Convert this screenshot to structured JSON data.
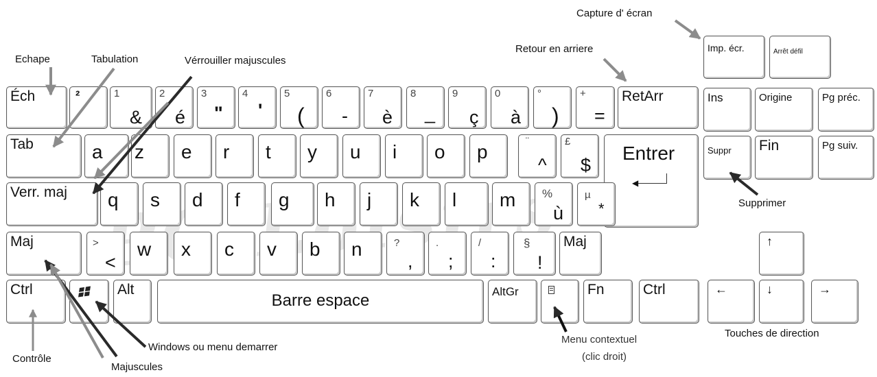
{
  "keys": {
    "ech": "Éch",
    "sq": "²",
    "d1_top": "1",
    "d1_bot": "&",
    "d2_top": "2",
    "d2_bot": "é",
    "d3_top": "3",
    "d3_bot": "\"",
    "d4_top": "4",
    "d4_bot": "'",
    "d5_top": "5",
    "d5_bot": "(",
    "d6_top": "6",
    "d6_bot": "-",
    "d7_top": "7",
    "d7_bot": "è",
    "d8_top": "8",
    "d8_bot": "_",
    "d9_top": "9",
    "d9_bot": "ç",
    "d0_top": "0",
    "d0_bot": "à",
    "deg_top": "°",
    "deg_bot": ")",
    "plus_top": "+",
    "plus_bot": "=",
    "retarr": "RetArr",
    "tab": "Tab",
    "a": "a",
    "z": "z",
    "e": "e",
    "r": "r",
    "t": "t",
    "y": "y",
    "u": "u",
    "i": "i",
    "o": "o",
    "p": "p",
    "circ_top": "¨",
    "circ_bot": "^",
    "pound_top": "£",
    "pound_bot": "$",
    "entrer": "Entrer",
    "verrmaj": "Verr. maj",
    "q": "q",
    "s": "s",
    "d": "d",
    "f": "f",
    "g": "g",
    "h": "h",
    "j": "j",
    "k": "k",
    "l": "l",
    "m": "m",
    "pct_top": "%",
    "pct_bot": "ù",
    "mu_top": "µ",
    "mu_bot": "*",
    "maj": "Maj",
    "lt_top": ">",
    "lt_bot": "<",
    "w": "w",
    "x": "x",
    "c": "c",
    "v": "v",
    "b": "b",
    "n": "n",
    "q_top": "?",
    "q_bot": ",",
    "dot_top": ".",
    "dot_bot": ";",
    "slash_top": "/",
    "slash_bot": ":",
    "sect_top": "§",
    "sect_bot": "!",
    "maj_r": "Maj",
    "ctrl": "Ctrl",
    "alt": "Alt",
    "space": "Barre espace",
    "altgr": "AltGr",
    "fn": "Fn",
    "ctrl_r": "Ctrl",
    "impecr": "Imp. écr.",
    "arretdefil": "Arrêt défil",
    "ins": "Ins",
    "origine": "Origine",
    "pgprec": "Pg préc.",
    "suppr": "Suppr",
    "fin": "Fin",
    "pgsuiv": "Pg suiv.",
    "up": "↑",
    "left": "←",
    "down": "↓",
    "right": "→"
  },
  "annotations": {
    "echape": "Echape",
    "tabulation": "Tabulation",
    "verrouiller": "Vérrouiller majuscules",
    "retour": "Retour en arriere",
    "capture": "Capture d' écran",
    "supprimer": "Supprimer",
    "touches": "Touches de direction",
    "menu1": "Menu contextuel",
    "menu2": "(clic droit)",
    "windows": "Windows ou menu demarrer",
    "controle": "Contrôle",
    "majuscules": "Majuscules"
  },
  "watermark": "PC-Loisirs",
  "icons": {
    "windows_key": "windows-logo-icon",
    "menu_key": "menu-icon"
  },
  "colors": {
    "key_border": "#5a5a5a",
    "arrow": "#8c8c8c",
    "arrow_dark": "#2a2a2a",
    "watermark": "#8c8c8c"
  }
}
